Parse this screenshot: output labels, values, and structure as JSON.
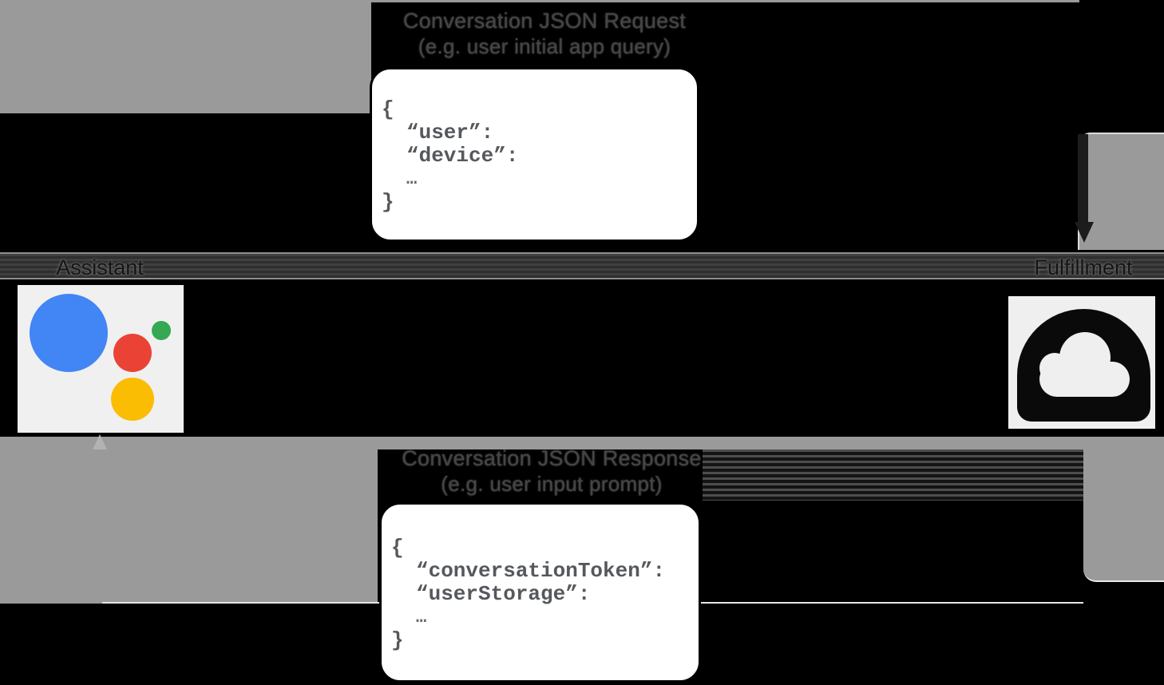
{
  "request": {
    "title": "Conversation JSON Request",
    "subtitle": "(e.g. user initial app query)",
    "code": {
      "open": "{",
      "lines": [
        "“user”:",
        "“device”:"
      ],
      "ellipsis": "…",
      "close": "}"
    }
  },
  "response": {
    "title": "Conversation JSON Response",
    "subtitle": "(e.g. user input prompt)",
    "code": {
      "open": "{",
      "lines": [
        "“conversationToken”:",
        "“userStorage”:"
      ],
      "ellipsis": "…",
      "close": "}"
    }
  },
  "nodes": {
    "assistant": {
      "label": "Assistant",
      "icon": "google-assistant-logo"
    },
    "fulfillment": {
      "label": "Fulfillment",
      "icon": "cloud-icon"
    }
  },
  "colors": {
    "background": "#000000",
    "arrow_band_gray": "#9A9A9A",
    "label_band_gray": "#3A3A3A",
    "code_text_gray": "#55585C",
    "assistant_blue": "#4285F4",
    "assistant_red": "#EA4335",
    "assistant_green": "#34A853",
    "assistant_yellow": "#FBBC04",
    "tile_background": "#F0F0F0"
  }
}
